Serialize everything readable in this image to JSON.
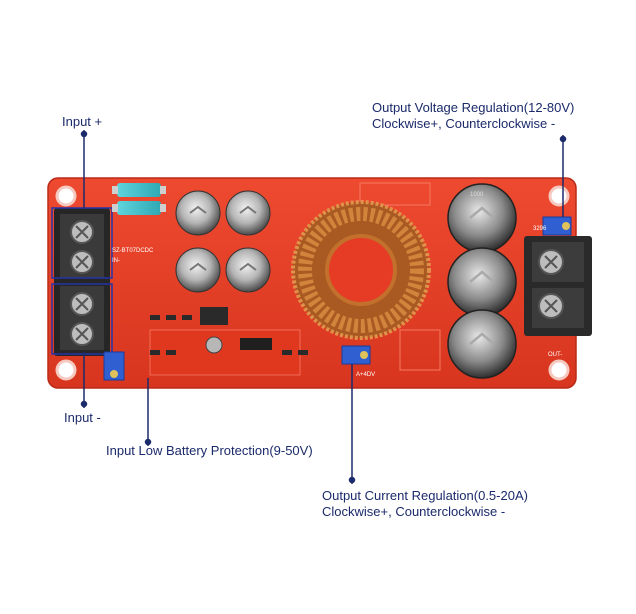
{
  "annotations": {
    "input_plus": "Input +",
    "input_minus": "Input -",
    "output_voltage": {
      "line1": "Output Voltage Regulation(12-80V)",
      "line2": "Clockwise+, Counterclockwise -"
    },
    "low_battery": "Input Low Battery Protection(9-50V)",
    "output_current": {
      "line1": "Output Current Regulation(0.5-20A)",
      "line2": "Clockwise+, Counterclockwise -"
    }
  },
  "colors": {
    "pcb": "#e8402a",
    "pcb_dark": "#c22a18",
    "annotation": "#1b2a6b",
    "coil": "#c8772e",
    "terminal": "#2b2b2b",
    "capacitor": "#6b6b6b"
  },
  "board_silkscreen": {
    "model": "SZ-BT07DCDC",
    "in_minus": "IN-",
    "out_minus": "OUT-",
    "trim": "A+4DV",
    "cap_rating": "1000",
    "pot_code": "3296"
  }
}
